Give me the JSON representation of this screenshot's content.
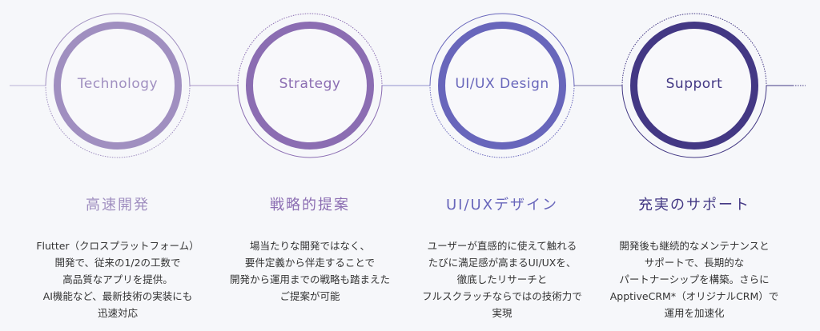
{
  "steps": [
    {
      "label": "Technology",
      "color": "#a08fc0",
      "title": "高速開発",
      "lines": [
        "Flutter（クロスプラットフォーム）",
        "開発で、従来の1/2の工数で",
        "高品質なアプリを提供。",
        "AI機能など、最新技術の実装にも",
        "迅速対応"
      ]
    },
    {
      "label": "Strategy",
      "color": "#8b6db2",
      "title": "戦略的提案",
      "lines": [
        "場当たりな開発ではなく、",
        "要件定義から伴走することで",
        "開発から運用までの戦略も踏まえた",
        "ご提案が可能"
      ]
    },
    {
      "label": "UI/UX Design",
      "color": "#6866bb",
      "title": "UI/UXデザイン",
      "lines": [
        "ユーザーが直感的に使えて触れる",
        "たびに満足感が高まるUI/UXを、",
        "徹底したリサーチと",
        "フルスクラッチならではの技術力で",
        "実現"
      ]
    },
    {
      "label": "Support",
      "color": "#433884",
      "title": "充実のサポート",
      "lines": [
        "開発後も継続的なメンテナンスと",
        "サポートで、長期的な",
        "パートナーシップを構築。さらに",
        "ApptiveCRM*（オリジナルCRM）で",
        "運用を加速化"
      ]
    }
  ]
}
